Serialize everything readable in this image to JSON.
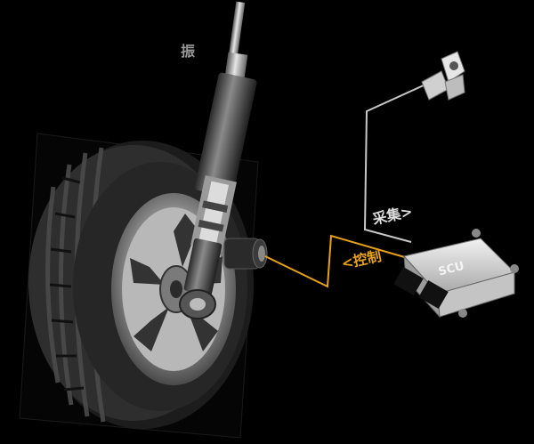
{
  "labels": {
    "top_char": "振",
    "collect": "采集>",
    "control": "<控制",
    "ecu_text": "SCU"
  },
  "colors": {
    "background": "#000000",
    "control_line": "#e8a21a",
    "collect_line": "#c8c8c8",
    "label_gray": "#9a9a9a"
  },
  "icons": [
    "wheel",
    "shock-absorber",
    "valve",
    "sensor-bracket",
    "ecu-module"
  ]
}
